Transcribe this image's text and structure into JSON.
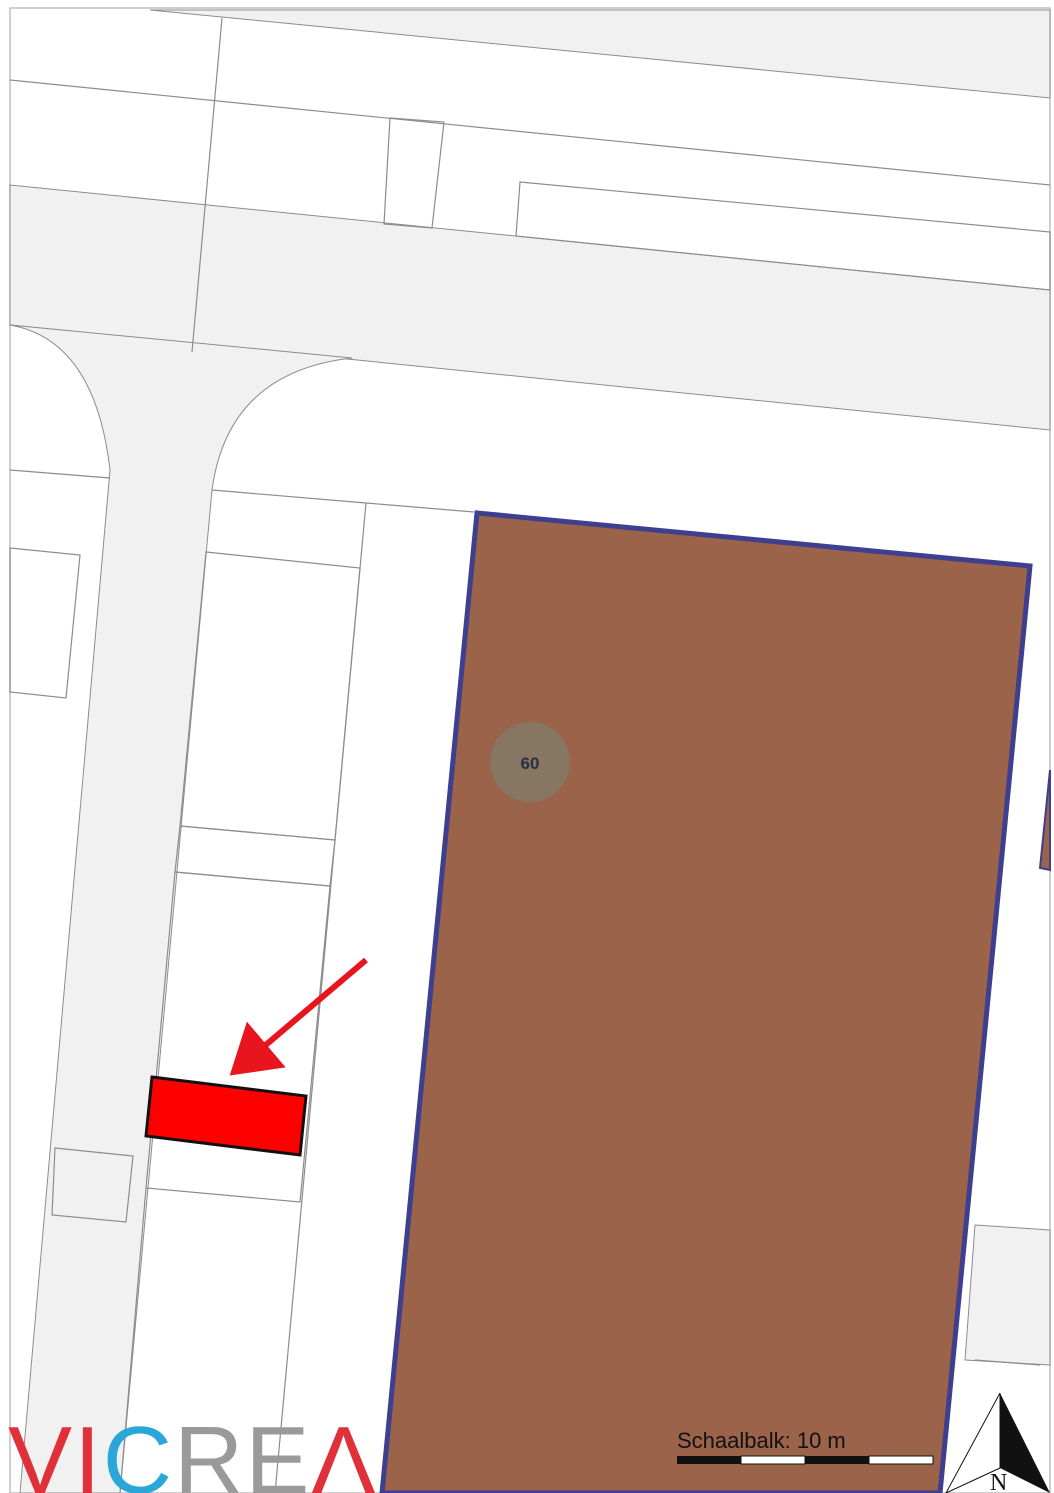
{
  "map": {
    "parcel_number": "60",
    "scale_bar": {
      "label": "Schaalbalk: 10 m"
    },
    "north_arrow": {
      "letter": "N"
    },
    "logo": {
      "part1": "VI",
      "part2": "C",
      "part3": "RE",
      "part4": "Λ"
    },
    "colors": {
      "building": "#9a634a",
      "building_outline": "#3f3f8f",
      "highlight": "#ff0000",
      "arrow": "#e8141e",
      "road": "#f2f2f2",
      "parcel_line": "#9a9a9a",
      "logo_red": "#e0303a",
      "logo_blue": "#2aa7d8",
      "logo_grey": "#9a9a9a"
    }
  }
}
